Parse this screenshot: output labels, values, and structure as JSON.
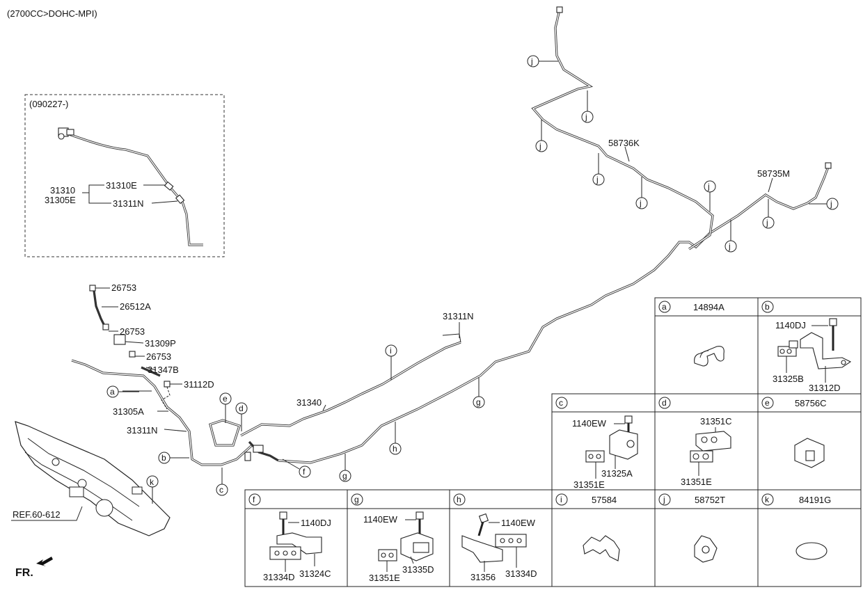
{
  "engine_label": "(2700CC>DOHC-MPI)",
  "inset": {
    "serial_label": "(090227-)",
    "parts": [
      "31310",
      "31305E",
      "31310E",
      "31311N"
    ]
  },
  "main_parts": [
    "26753",
    "26512A",
    "26753",
    "31309P",
    "26753",
    "31347B",
    "31112D",
    "31305A",
    "31311N",
    "31340",
    "31311N",
    "58736K",
    "58735M"
  ],
  "reference": {
    "label": "REF.60-612",
    "part": "k"
  },
  "direction_label": "FR.",
  "callouts": [
    "a",
    "b",
    "c",
    "d",
    "e",
    "f",
    "g",
    "g",
    "h",
    "i",
    "j",
    "j",
    "j",
    "j",
    "j",
    "j",
    "j",
    "j",
    "j"
  ],
  "cells": [
    {
      "key": "a",
      "title": "14894A",
      "parts": []
    },
    {
      "key": "b",
      "title": "",
      "parts": [
        "1140DJ",
        "31325B",
        "31312D"
      ]
    },
    {
      "key": "c",
      "title": "",
      "parts": [
        "1140EW",
        "31351E",
        "31325A"
      ]
    },
    {
      "key": "d",
      "title": "",
      "parts": [
        "31351C",
        "31351E"
      ]
    },
    {
      "key": "e",
      "title": "58756C",
      "parts": []
    },
    {
      "key": "f",
      "title": "",
      "parts": [
        "1140DJ",
        "31334D",
        "31324C"
      ]
    },
    {
      "key": "g",
      "title": "",
      "parts": [
        "1140EW",
        "31351E",
        "31335D"
      ]
    },
    {
      "key": "h",
      "title": "",
      "parts": [
        "1140EW",
        "31356",
        "31334D"
      ]
    },
    {
      "key": "i",
      "title": "57584",
      "parts": []
    },
    {
      "key": "j",
      "title": "58752T",
      "parts": []
    },
    {
      "key": "k",
      "title": "84191G",
      "parts": []
    }
  ]
}
